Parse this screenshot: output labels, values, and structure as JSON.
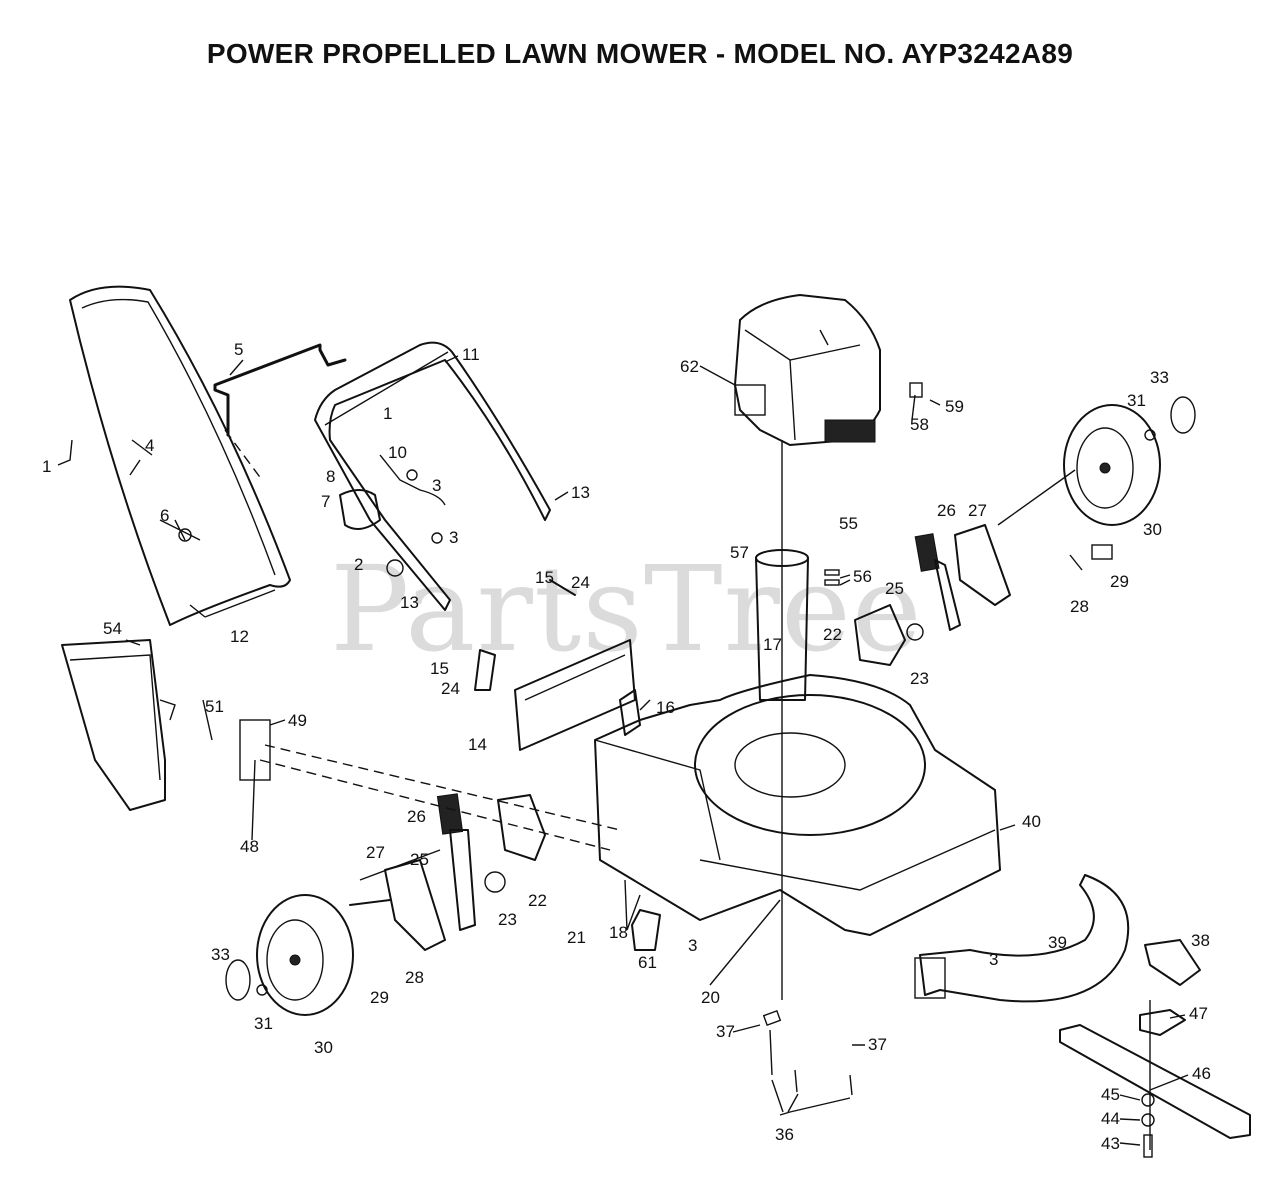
{
  "title": "POWER PROPELLED LAWN MOWER - MODEL NO. AYP3242A89",
  "watermark": "PartsTree",
  "callouts": [
    {
      "id": "c1",
      "label": "1"
    },
    {
      "id": "c1b",
      "label": "1"
    },
    {
      "id": "c2",
      "label": "2"
    },
    {
      "id": "c3a",
      "label": "3"
    },
    {
      "id": "c3b",
      "label": "3"
    },
    {
      "id": "c3c",
      "label": "3"
    },
    {
      "id": "c3d",
      "label": "3"
    },
    {
      "id": "c4",
      "label": "4"
    },
    {
      "id": "c5",
      "label": "5"
    },
    {
      "id": "c6",
      "label": "6"
    },
    {
      "id": "c7",
      "label": "7"
    },
    {
      "id": "c8",
      "label": "8"
    },
    {
      "id": "c10",
      "label": "10"
    },
    {
      "id": "c11",
      "label": "11"
    },
    {
      "id": "c12",
      "label": "12"
    },
    {
      "id": "c13a",
      "label": "13"
    },
    {
      "id": "c13b",
      "label": "13"
    },
    {
      "id": "c14",
      "label": "14"
    },
    {
      "id": "c15a",
      "label": "15"
    },
    {
      "id": "c15b",
      "label": "15"
    },
    {
      "id": "c16",
      "label": "16"
    },
    {
      "id": "c17",
      "label": "17"
    },
    {
      "id": "c18",
      "label": "18"
    },
    {
      "id": "c20",
      "label": "20"
    },
    {
      "id": "c21",
      "label": "21"
    },
    {
      "id": "c22a",
      "label": "22"
    },
    {
      "id": "c22b",
      "label": "22"
    },
    {
      "id": "c23a",
      "label": "23"
    },
    {
      "id": "c23b",
      "label": "23"
    },
    {
      "id": "c24a",
      "label": "24"
    },
    {
      "id": "c24b",
      "label": "24"
    },
    {
      "id": "c25a",
      "label": "25"
    },
    {
      "id": "c25b",
      "label": "25"
    },
    {
      "id": "c26a",
      "label": "26"
    },
    {
      "id": "c26b",
      "label": "26"
    },
    {
      "id": "c27a",
      "label": "27"
    },
    {
      "id": "c27b",
      "label": "27"
    },
    {
      "id": "c28a",
      "label": "28"
    },
    {
      "id": "c28b",
      "label": "28"
    },
    {
      "id": "c29a",
      "label": "29"
    },
    {
      "id": "c29b",
      "label": "29"
    },
    {
      "id": "c30a",
      "label": "30"
    },
    {
      "id": "c30b",
      "label": "30"
    },
    {
      "id": "c31a",
      "label": "31"
    },
    {
      "id": "c31b",
      "label": "31"
    },
    {
      "id": "c33a",
      "label": "33"
    },
    {
      "id": "c33b",
      "label": "33"
    },
    {
      "id": "c36",
      "label": "36"
    },
    {
      "id": "c37a",
      "label": "37"
    },
    {
      "id": "c37b",
      "label": "37"
    },
    {
      "id": "c38",
      "label": "38"
    },
    {
      "id": "c39",
      "label": "39"
    },
    {
      "id": "c40",
      "label": "40"
    },
    {
      "id": "c43",
      "label": "43"
    },
    {
      "id": "c44",
      "label": "44"
    },
    {
      "id": "c45",
      "label": "45"
    },
    {
      "id": "c46",
      "label": "46"
    },
    {
      "id": "c47",
      "label": "47"
    },
    {
      "id": "c48",
      "label": "48"
    },
    {
      "id": "c49",
      "label": "49"
    },
    {
      "id": "c51",
      "label": "51"
    },
    {
      "id": "c54",
      "label": "54"
    },
    {
      "id": "c55",
      "label": "55"
    },
    {
      "id": "c56",
      "label": "56"
    },
    {
      "id": "c57",
      "label": "57"
    },
    {
      "id": "c58",
      "label": "58"
    },
    {
      "id": "c59",
      "label": "59"
    },
    {
      "id": "c61",
      "label": "61"
    },
    {
      "id": "c62",
      "label": "62"
    }
  ]
}
